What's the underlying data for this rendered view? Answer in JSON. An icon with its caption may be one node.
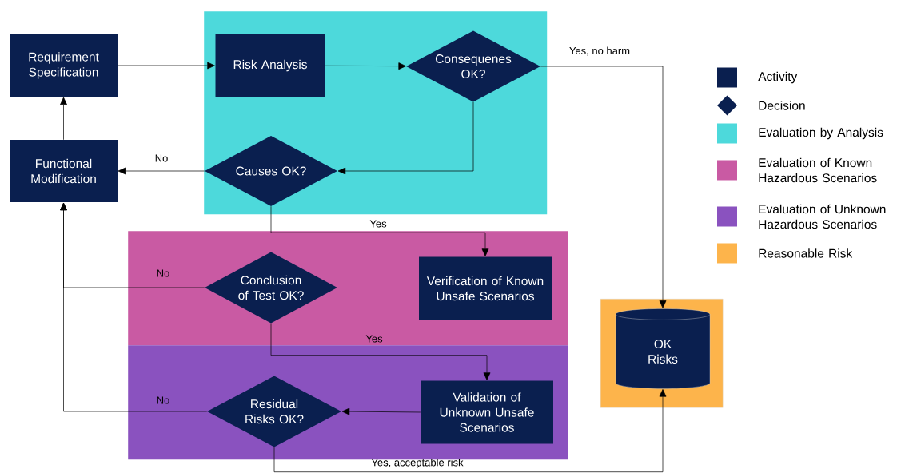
{
  "diagram": {
    "nodes": [
      {
        "text": [
          "Requirement Specification"
        ]
      },
      {
        "text": [
          "Functional Modification"
        ]
      },
      {
        "text": [],
        "shape": "box"
      },
      {
        "text": [
          "Risk Analysis"
        ],
        "in": 2
      },
      {
        "text": [
          "Consequenes OK?"
        ],
        "in": 2
      },
      {
        "text": [
          "Causes OK?"
        ],
        "in": 2
      },
      {
        "text": [],
        "shape": "box"
      },
      {
        "text": [
          "Conclusion of Test OK?"
        ],
        "in": 6
      },
      {
        "text": [
          "Verification of Known Unsafe Scenarios"
        ],
        "in": 6
      },
      {
        "text": [],
        "shape": "box"
      },
      {
        "text": [
          "Residual Risks OK?"
        ],
        "in": 9
      },
      {
        "text": [
          "Validation of Unknown Unsafe Scenarios"
        ],
        "in": 9
      },
      {
        "text": [],
        "shape": "box"
      },
      {
        "text": [
          "OK Risks"
        ],
        "in": 12
      }
    ],
    "edges": [
      {
        "from": 0,
        "to": 3,
        "arrow": "to"
      },
      {
        "from": 3,
        "to": 4,
        "arrow": "to"
      },
      {
        "from": 4,
        "to": 5,
        "arrow": "to"
      },
      {
        "from": 4,
        "to": 13,
        "arrow": "to",
        "label": "Yes, no harm"
      },
      {
        "from": 5,
        "to": 1,
        "arrow": "to",
        "label": "No"
      },
      {
        "from": 5,
        "to": 8,
        "arrow": "to",
        "label": "Yes"
      },
      {
        "from": 7,
        "to": 1,
        "arrow": "to",
        "label": "No"
      },
      {
        "from": 7,
        "to": 11,
        "arrow": "to",
        "label": "Yes"
      },
      {
        "from": 11,
        "to": 10,
        "arrow": "to"
      },
      {
        "from": 10,
        "to": 1,
        "arrow": "to",
        "label": "No"
      },
      {
        "from": 10,
        "to": 13,
        "arrow": "to",
        "label": "Yes, acceptable risk"
      },
      {
        "from": 1,
        "to": 0,
        "arrow": "to"
      }
    ],
    "legend": [
      {
        "text": "Activity",
        "color": "#0a1f4f"
      },
      {
        "text": "Decision"
      },
      {
        "text": "Evaluation by Analysis",
        "color": "#4dd9db"
      },
      {
        "text": "Evaluation of Known Hazardous Scenarios",
        "color": "#c95aa3"
      },
      {
        "text": "Evaluation of Unknown Hazardous Scenarios",
        "color": "#8a52bf"
      },
      {
        "text": "Reasonable Risk",
        "color": "#fdb44b"
      }
    ]
  }
}
